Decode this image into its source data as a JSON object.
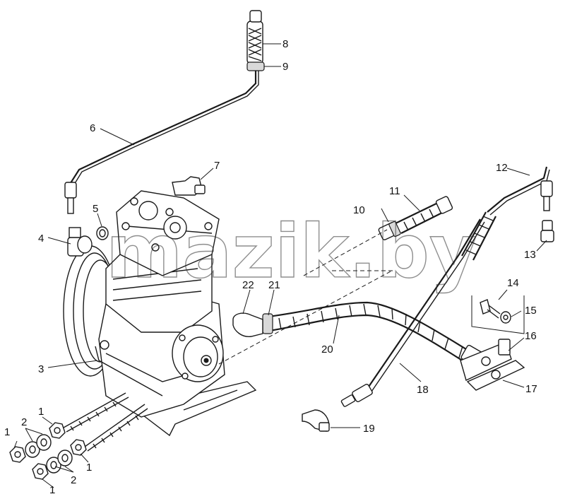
{
  "watermark": "mazik.by",
  "callouts": {
    "c1a": "1",
    "c1b": "1",
    "c1c": "1",
    "c1d": "1",
    "c2a": "2",
    "c2b": "2",
    "c3": "3",
    "c4": "4",
    "c5": "5",
    "c6": "6",
    "c7": "7",
    "c8": "8",
    "c9": "9",
    "c10": "10",
    "c11": "11",
    "c12": "12",
    "c13": "13",
    "c14": "14",
    "c15": "15",
    "c16": "16",
    "c17": "17",
    "c18": "18",
    "c19": "19",
    "c20": "20",
    "c21": "21",
    "c22": "22"
  },
  "colors": {
    "ink": "#1a1a1a",
    "paper": "#ffffff"
  }
}
